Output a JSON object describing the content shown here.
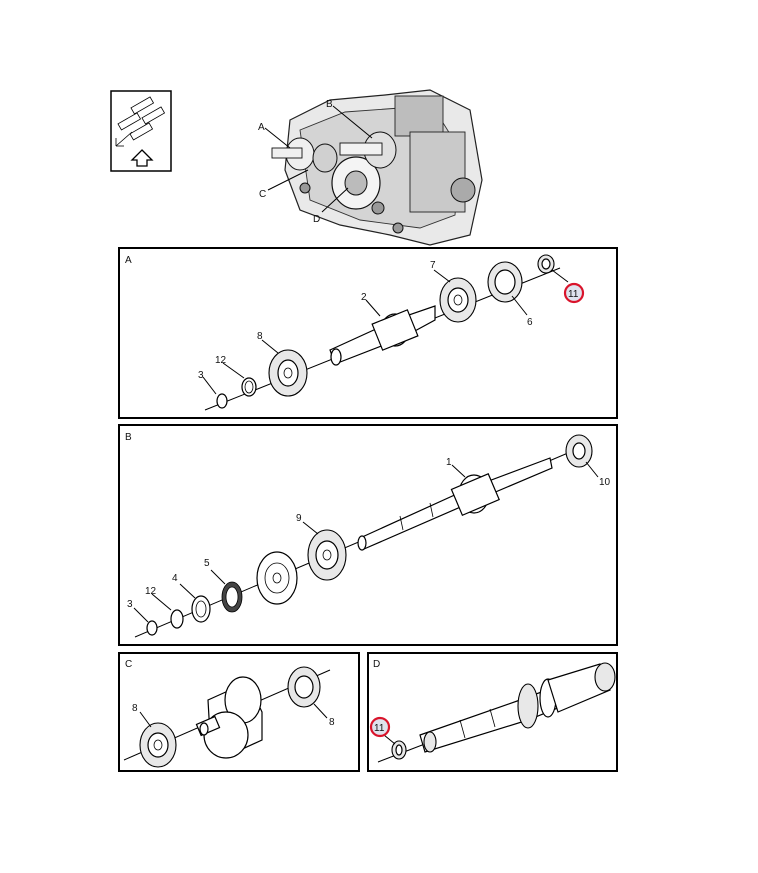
{
  "overview": {
    "callouts": [
      "A",
      "B",
      "C",
      "D"
    ]
  },
  "panels": {
    "A": {
      "label": "A",
      "parts": [
        "7",
        "11",
        "2",
        "6",
        "8",
        "12",
        "3"
      ]
    },
    "B": {
      "label": "B",
      "parts": [
        "1",
        "10",
        "9",
        "5",
        "12",
        "4",
        "3"
      ]
    },
    "C": {
      "label": "C",
      "parts": [
        "8",
        "8"
      ]
    },
    "D": {
      "label": "D",
      "parts": [
        "11"
      ]
    }
  },
  "highlight_color": "#d9142b"
}
